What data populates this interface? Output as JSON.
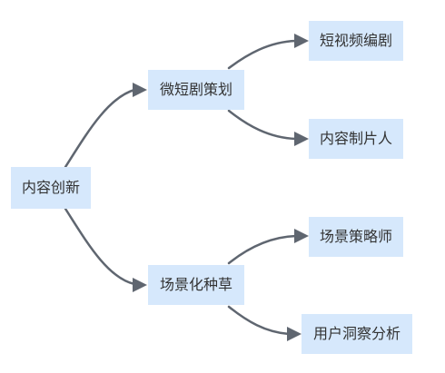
{
  "mindmap": {
    "root": {
      "label": "内容创新",
      "children": [
        {
          "label": "微短剧策划",
          "children": [
            {
              "label": "短视频编剧"
            },
            {
              "label": "内容制片人"
            }
          ]
        },
        {
          "label": "场景化种草",
          "children": [
            {
              "label": "场景策略师"
            },
            {
              "label": "用户洞察分析"
            }
          ]
        }
      ]
    }
  },
  "colors": {
    "node_fill": "#d6e8fc",
    "node_text": "#333333",
    "edge": "#5f6670",
    "background": "#ffffff"
  }
}
